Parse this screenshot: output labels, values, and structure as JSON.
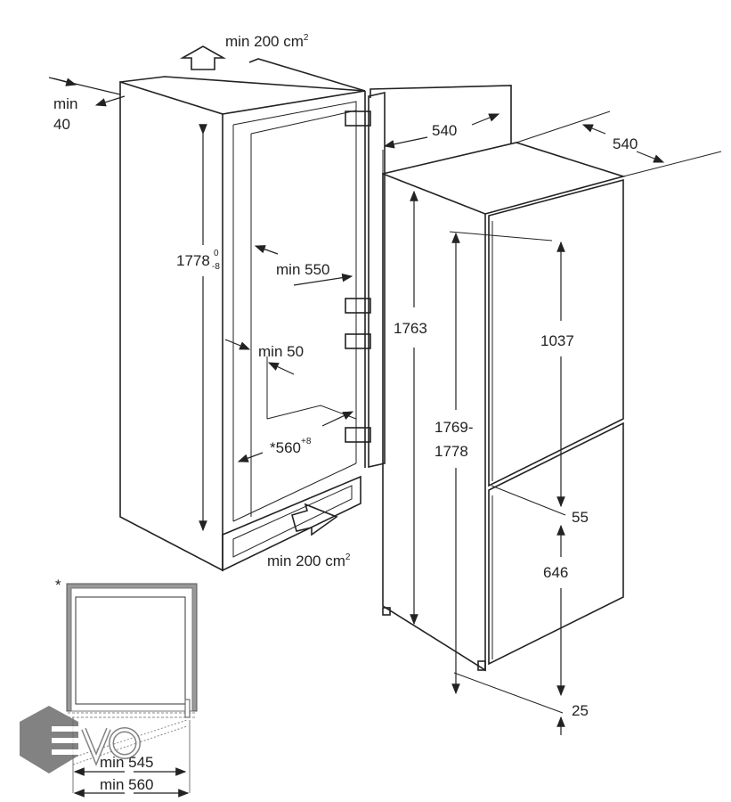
{
  "labels": {
    "top_vent": {
      "text": "min 200 cm",
      "sup": "2"
    },
    "bottom_vent": {
      "text": "min 200 cm",
      "sup": "2"
    },
    "side_gap": {
      "line1": "min",
      "line2": "40"
    },
    "niche_height": {
      "text": "1778",
      "tol_upper": "0",
      "tol_lower": "-8"
    },
    "niche_depth": "min 550",
    "rear_gap": "min 50",
    "niche_width": {
      "text": "*560",
      "tol_upper": "+8"
    },
    "appliance_width": "540",
    "appliance_depth": "540",
    "appliance_height": "1763",
    "door_top_height": "1037",
    "total_height": {
      "line1": "1769-",
      "line2": "1778"
    },
    "door_gap": "55",
    "door_bottom_height": "646",
    "bottom_offset": "25"
  },
  "inset": {
    "note_marker": "*",
    "min_width_1": "min 545",
    "min_width_2": "min 560"
  },
  "watermark": {
    "text": "EVO",
    "color": "#6d6d6d"
  }
}
